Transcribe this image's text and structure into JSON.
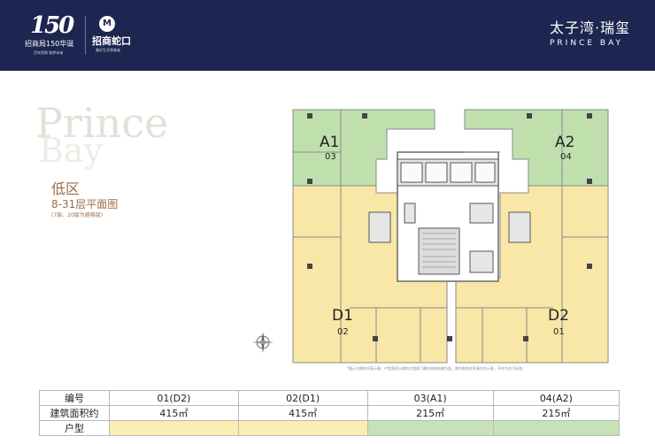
{
  "header": {
    "logo150": {
      "number": "150",
      "name": "招商局150华诞",
      "tagline": "百年招商 筑梦未来"
    },
    "logo_cm": {
      "name": "招商蛇口",
      "tagline": "美好生活承载者"
    },
    "brand_cn": "太子湾·瑞玺",
    "brand_en": "PRINCE BAY"
  },
  "watermark": {
    "line1": "Prince",
    "line2": "Bay"
  },
  "plan_info": {
    "zone": "低区",
    "floors": "8-31层平面图",
    "note": "(7层、20层为避难层)"
  },
  "units": [
    {
      "code": "A1",
      "number": "03",
      "color": "#bfe0ad"
    },
    {
      "code": "A2",
      "number": "04",
      "color": "#bfe0ad"
    },
    {
      "code": "D1",
      "number": "02",
      "color": "#f8e7a6"
    },
    {
      "code": "D2",
      "number": "01",
      "color": "#f8e7a6"
    }
  ],
  "disclaimer": "*图示为建筑平面示意，户型面积以政府主管部门最终测绘结果为准，图内装饰及家具仅作示意，不作为交付标准。",
  "table": {
    "row_labels": {
      "id": "编号",
      "area": "建筑面积约",
      "type": "户型"
    },
    "columns": [
      {
        "id": "01(D2)",
        "area": "415㎡",
        "swatch": "#fbeeb2"
      },
      {
        "id": "02(D1)",
        "area": "415㎡",
        "swatch": "#fbeeb2"
      },
      {
        "id": "03(A1)",
        "area": "215㎡",
        "swatch": "#c7e2b6"
      },
      {
        "id": "04(A2)",
        "area": "215㎡",
        "swatch": "#c7e2b6"
      }
    ]
  }
}
